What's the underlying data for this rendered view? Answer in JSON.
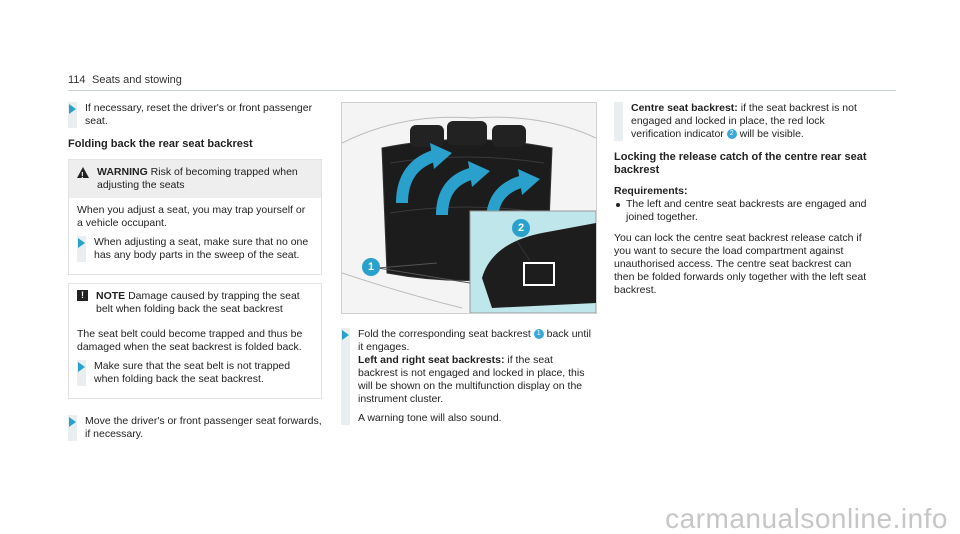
{
  "header": {
    "page_number": "114",
    "title": "Seats and stowing"
  },
  "col1": {
    "step1": "If necessary, reset the driver's or front passenger seat.",
    "heading": "Folding back the rear seat backrest",
    "warning": {
      "label": "WARNING",
      "headline": "Risk of becoming trapped when adjusting the seats",
      "body": "When you adjust a seat, you may trap yourself or a vehicle occupant.",
      "step": "When adjusting a seat, make sure that no one has any body parts in the sweep of the seat."
    },
    "note": {
      "label": "NOTE",
      "headline": "Damage caused by trapping the seat belt when folding back the seat backrest",
      "body": "The seat belt could become trapped and thus be damaged when the seat backrest is folded back.",
      "step": "Make sure that the seat belt is not trapped when folding back the seat backrest."
    },
    "step2": "Move the driver's or front passenger seat forwards, if necessary."
  },
  "figure": {
    "callout1": "1",
    "callout2": "2"
  },
  "col2": {
    "step_pre": "Fold the corresponding seat backrest",
    "step_badge": "1",
    "step_post": "back until it engages.",
    "lr_label": "Left and right seat backrests:",
    "lr_text": "if the seat backrest is not engaged and locked in place, this will be shown on the multifunction display on the instrument cluster.",
    "tone": "A warning tone will also sound."
  },
  "col3": {
    "centre_label": "Centre seat backrest:",
    "centre_pre": "if the seat backrest is not engaged and locked in place, the red lock verification indicator",
    "centre_badge": "2",
    "centre_post": "will be visible.",
    "heading": "Locking the release catch of the centre rear seat backrest",
    "req_label": "Requirements:",
    "req_item": "The left and centre seat backrests are engaged and joined together.",
    "para": "You can lock the centre seat backrest release catch if you want to secure the load compartment against unauthorised access. The centre seat backrest can then be folded forwards only together with the left seat backrest."
  },
  "watermark": "carmanualsonline.info",
  "colors": {
    "accent": "#2aa1cc",
    "figure_bg": "#ffffff",
    "inset_bg": "#bfe6ea"
  }
}
